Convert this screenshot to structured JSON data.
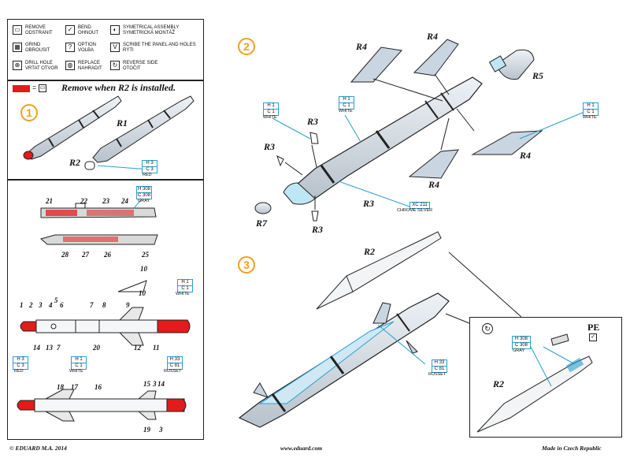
{
  "legend": [
    {
      "icon": "remove-icon",
      "glyph": "▭",
      "label": "REMOVE\nODSTRANIT"
    },
    {
      "icon": "bend-icon",
      "glyph": "✓",
      "label": "BEND\nOHNOUT"
    },
    {
      "icon": "symmetrical-icon",
      "glyph": "◐",
      "label": "SYMETRICAL ASSEMBLY\nSYMETRICKÁ MONTÁŽ"
    },
    {
      "icon": "grind-icon",
      "glyph": "▦",
      "label": "GRIND\nOBROUSIT"
    },
    {
      "icon": "option-icon",
      "glyph": "?",
      "label": "OPTION\nVOLBA"
    },
    {
      "icon": "scribe-icon",
      "glyph": "V",
      "label": "SCRIBE THE PANEL AND HOLES\nRÝTI"
    },
    {
      "icon": "drill-icon",
      "glyph": "⊕",
      "label": "DRILL HOLE\nVRTAT OTVOR"
    },
    {
      "icon": "replace-icon",
      "glyph": "◍",
      "label": "REPLACE\nNAHRADIT"
    },
    {
      "icon": "reverse-icon",
      "glyph": "↻",
      "label": "REVERSE SIDE\nOTOČIT"
    }
  ],
  "note": {
    "text": "Remove when R2 is installed.",
    "color": "#e21b1b"
  },
  "steps": [
    "1",
    "2",
    "3"
  ],
  "labels": {
    "r1": "R1",
    "r2a": "R2",
    "r3a": "R3",
    "r3b": "R3",
    "r3c": "R3",
    "r3d": "R3",
    "r4a": "R4",
    "r4b": "R4",
    "r4c": "R4",
    "r4d": "R4",
    "r5": "R5",
    "r7": "R7",
    "r2b": "R2",
    "r2c": "R2",
    "pe": "PE"
  },
  "paints": [
    {
      "id": "p1",
      "codes": [
        "H 3",
        "C 3"
      ],
      "name": "RED"
    },
    {
      "id": "p2",
      "codes": [
        "H 1",
        "C 1"
      ],
      "name": "WHITE"
    },
    {
      "id": "p3",
      "codes": [
        "H 1",
        "C 1"
      ],
      "name": "WHITE"
    },
    {
      "id": "p4",
      "codes": [
        "H 1",
        "C 1"
      ],
      "name": "WHITE"
    },
    {
      "id": "p5",
      "codes": [
        "XC 211"
      ],
      "name": "CHROME SILVER"
    },
    {
      "id": "p6",
      "codes": [
        "H 308",
        "C 308"
      ],
      "name": "GRAY"
    },
    {
      "id": "p7",
      "codes": [
        "H 1",
        "C 1"
      ],
      "name": "WHITE"
    },
    {
      "id": "p8",
      "codes": [
        "H 3",
        "C 3"
      ],
      "name": "RED"
    },
    {
      "id": "p9",
      "codes": [
        "H 1",
        "C 1"
      ],
      "name": "WHITE"
    },
    {
      "id": "p10",
      "codes": [
        "H 33",
        "C 81"
      ],
      "name": "RUSSET"
    },
    {
      "id": "p11",
      "codes": [
        "H 33",
        "C 81"
      ],
      "name": "RUSSET"
    },
    {
      "id": "p12",
      "codes": [
        "H 308",
        "C 308"
      ],
      "name": "GRAY"
    }
  ],
  "part_numbers": {
    "n21": "21",
    "n22": "22",
    "n23": "23",
    "n24": "24",
    "n28": "28",
    "n27": "27",
    "n26": "26",
    "n25": "25",
    "n10a": "10",
    "n10b": "10",
    "n1": "1",
    "n2": "2",
    "n3a": "3",
    "n4": "4",
    "n5": "5",
    "n6": "6",
    "n7a": "7",
    "n8": "8",
    "n9": "9",
    "n14a": "14",
    "n13": "13",
    "n7b": "7",
    "n20": "20",
    "n12": "12",
    "n11": "11",
    "n18": "18",
    "n17": "17",
    "n16": "16",
    "n15": "15",
    "n3b": "3",
    "n14b": "14",
    "n19": "19",
    "n3c": "3"
  },
  "footer": {
    "left": "© EDUARD  M.A. 2014",
    "center": "www.eduard.com",
    "right": "Made in Czech Republic"
  },
  "colors": {
    "red": "#e21b1b",
    "blue": "#2a9fd0",
    "orange": "#f0a020",
    "missile_fill": "#d6dde6"
  }
}
